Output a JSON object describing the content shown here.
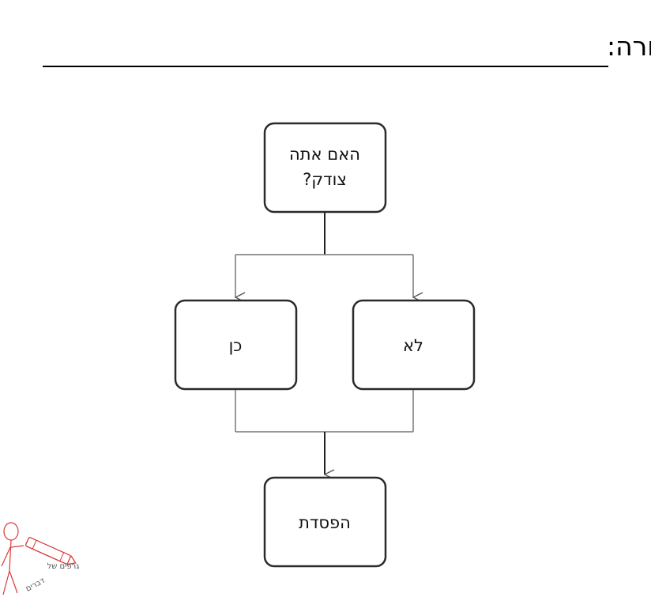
{
  "title": "תרשים זרימה מפורט לויכוח עם בחורה:",
  "nodes": {
    "question": {
      "line1": "האם אתה",
      "line2": "צודק?"
    },
    "yes": {
      "label": "כן"
    },
    "no": {
      "label": "לא"
    },
    "result": {
      "label": "הפסדת"
    }
  },
  "logo": {
    "line1": "גרפים של",
    "line2": "דברים"
  },
  "colors": {
    "stroke": "#2a2a2a",
    "connector": "#777777",
    "logo_accent": "#d83a3a"
  }
}
